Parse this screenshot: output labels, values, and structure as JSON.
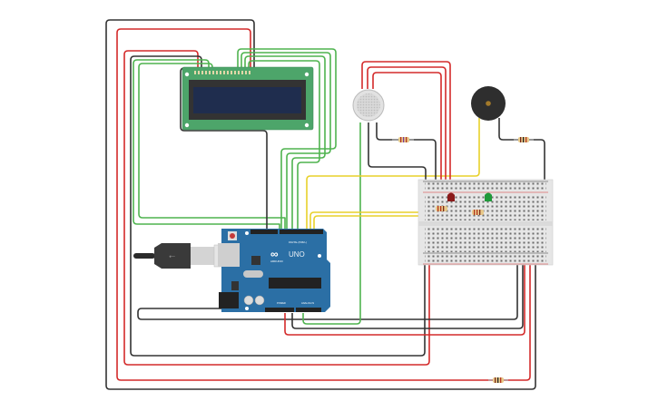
{
  "diagram": {
    "type": "circuit-schematic",
    "components": {
      "lcd": {
        "name": "LCD 16x2",
        "pins": 16
      },
      "arduino": {
        "logo_text": "UNO",
        "brand_text": "ARDUINO",
        "digital_label": "DIGITAL (PWM~)",
        "power_label": "POWER",
        "analog_label": "ANALOG IN"
      },
      "gas_sensor": {
        "name": "Gas Sensor"
      },
      "buzzer": {
        "name": "Piezo Buzzer"
      },
      "led_red": {
        "name": "Red LED",
        "color": "#8b1a1a"
      },
      "led_green": {
        "name": "Green LED",
        "color": "#1f9a3a"
      },
      "breadboard": {
        "name": "Breadboard Small"
      },
      "usb_cable": {
        "name": "USB Cable"
      },
      "resistors": [
        "R1",
        "R2",
        "R3",
        "R4",
        "R5"
      ]
    },
    "wire_colors": {
      "black": "#333333",
      "red": "#d42a2a",
      "green": "#4fb34f",
      "yellow": "#e8d12a"
    }
  }
}
